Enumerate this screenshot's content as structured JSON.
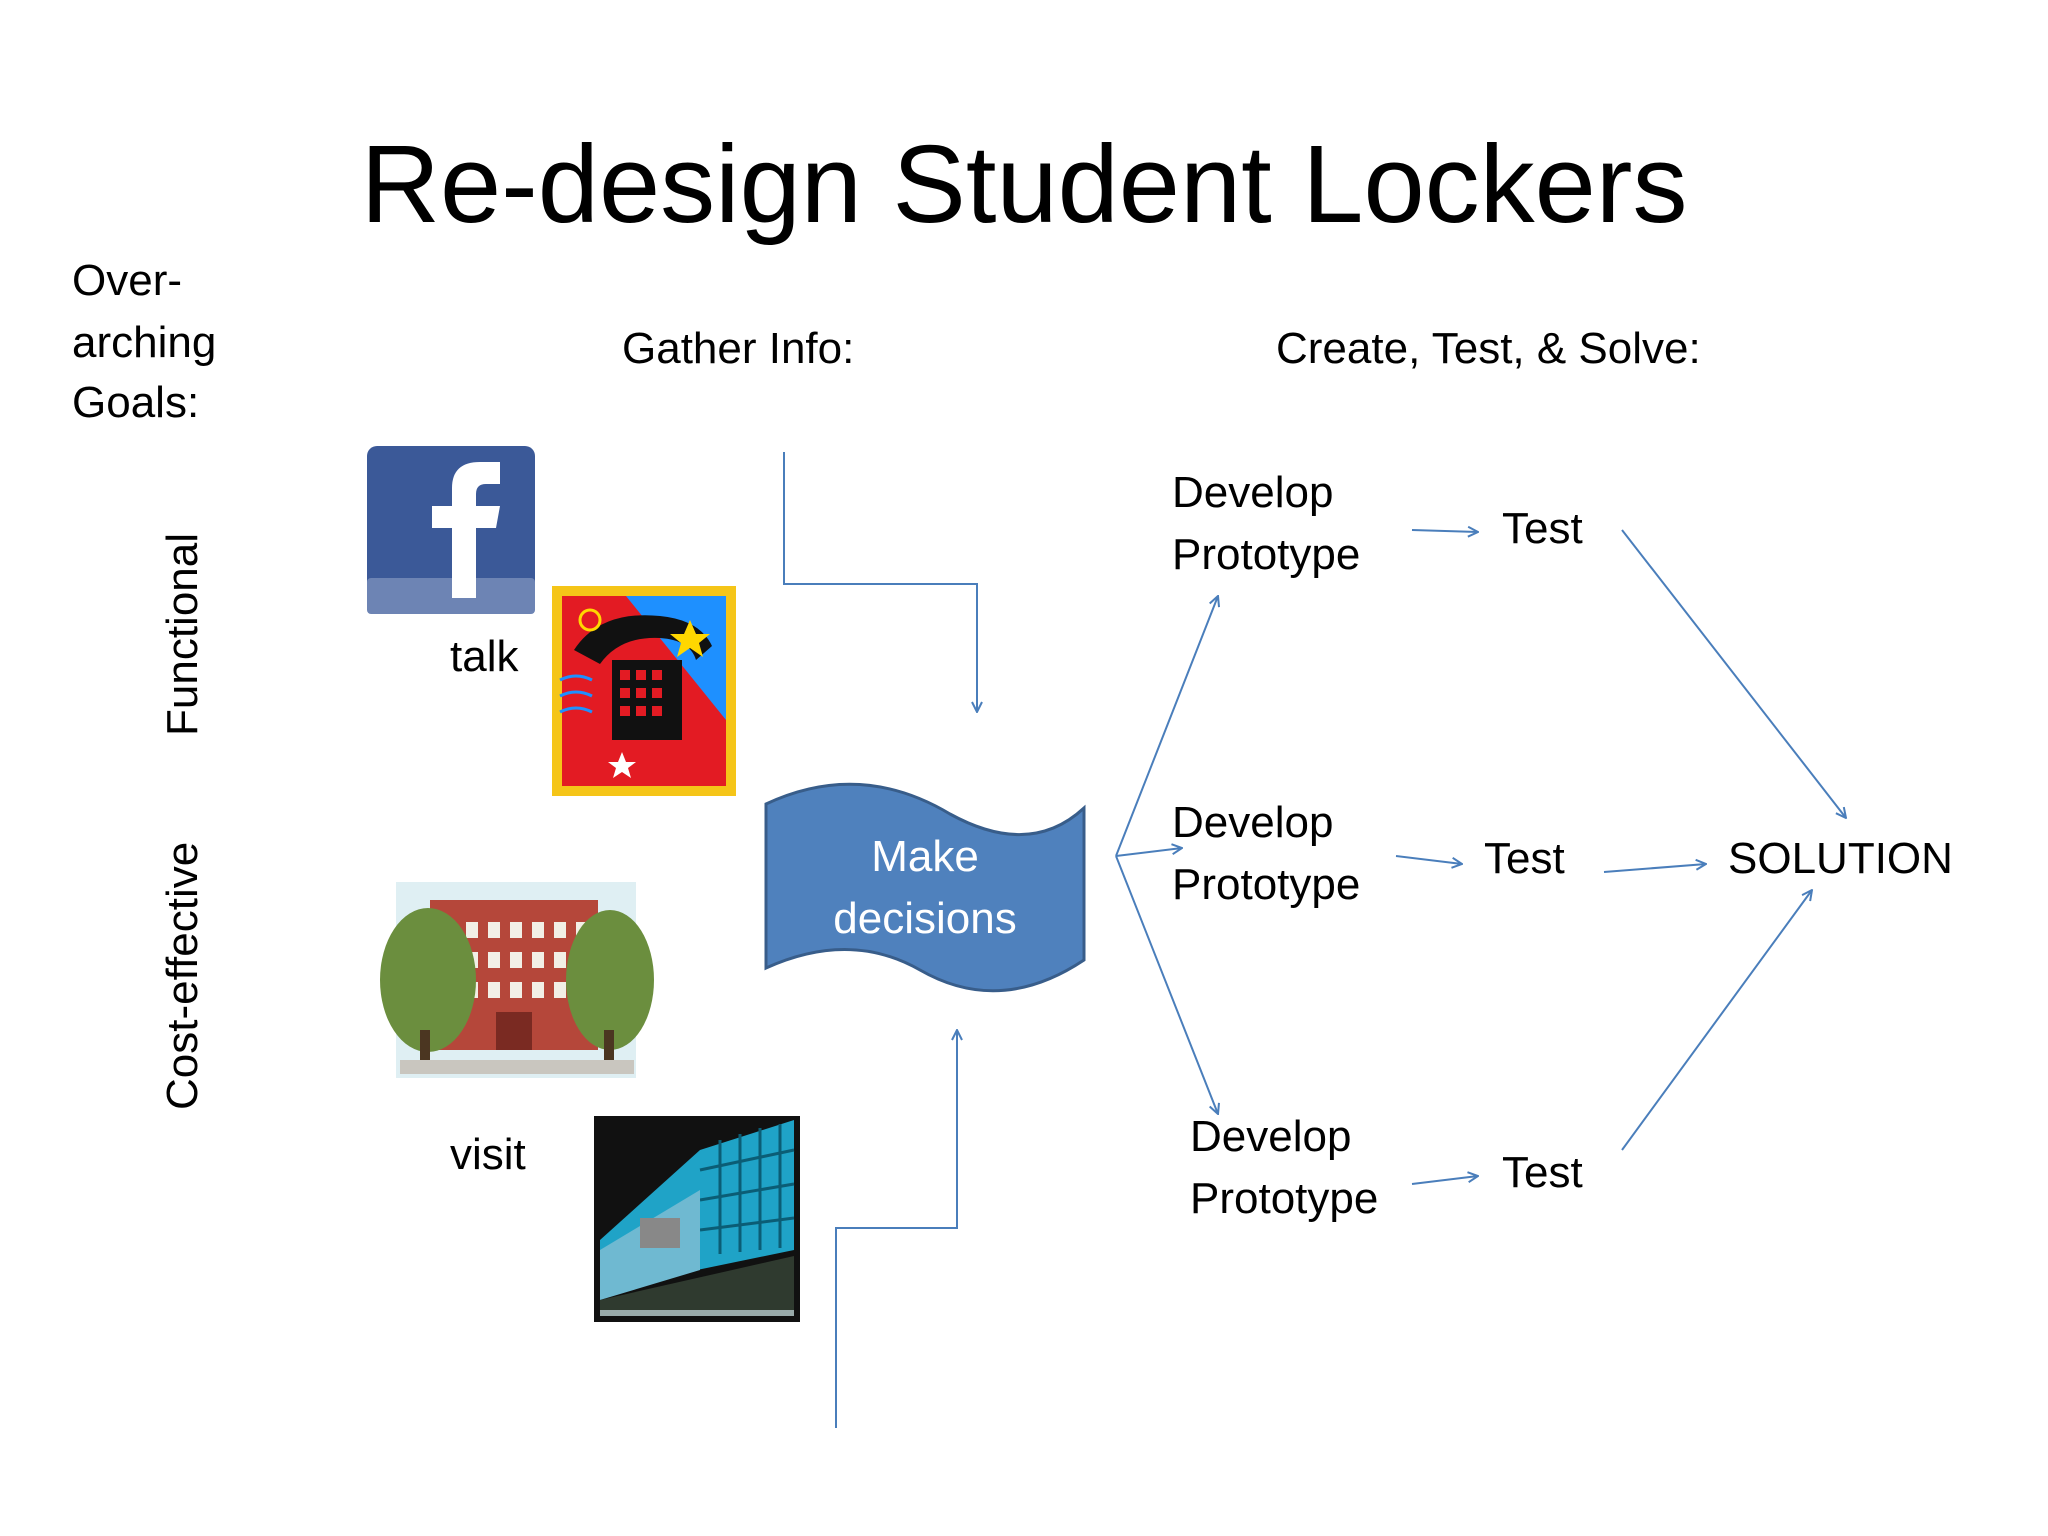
{
  "title": "Re-design Student Lockers",
  "goals": {
    "heading_lines": [
      "Over-",
      "arching",
      "Goals:"
    ],
    "functional": "Functional",
    "cost_effective": "Cost-effective"
  },
  "columns": {
    "gather_info": "Gather Info:",
    "create_test_solve": "Create, Test, & Solve:"
  },
  "gather": {
    "talk": "talk",
    "visit": "visit",
    "icons": [
      "facebook-icon",
      "telephone-icon",
      "school-building-icon",
      "modern-building-icon"
    ]
  },
  "center": {
    "lines": [
      "Make",
      "decisions"
    ],
    "fill": "#4f81bd",
    "stroke": "#385d8a"
  },
  "branches": [
    {
      "develop": "Develop",
      "prototype": "Prototype",
      "test": "Test"
    },
    {
      "develop": "Develop",
      "prototype": "Prototype",
      "test": "Test"
    },
    {
      "develop": "Develop",
      "prototype": "Prototype",
      "test": "Test"
    }
  ],
  "solution": "SOLUTION",
  "arrow_color": "#4a7ebb"
}
